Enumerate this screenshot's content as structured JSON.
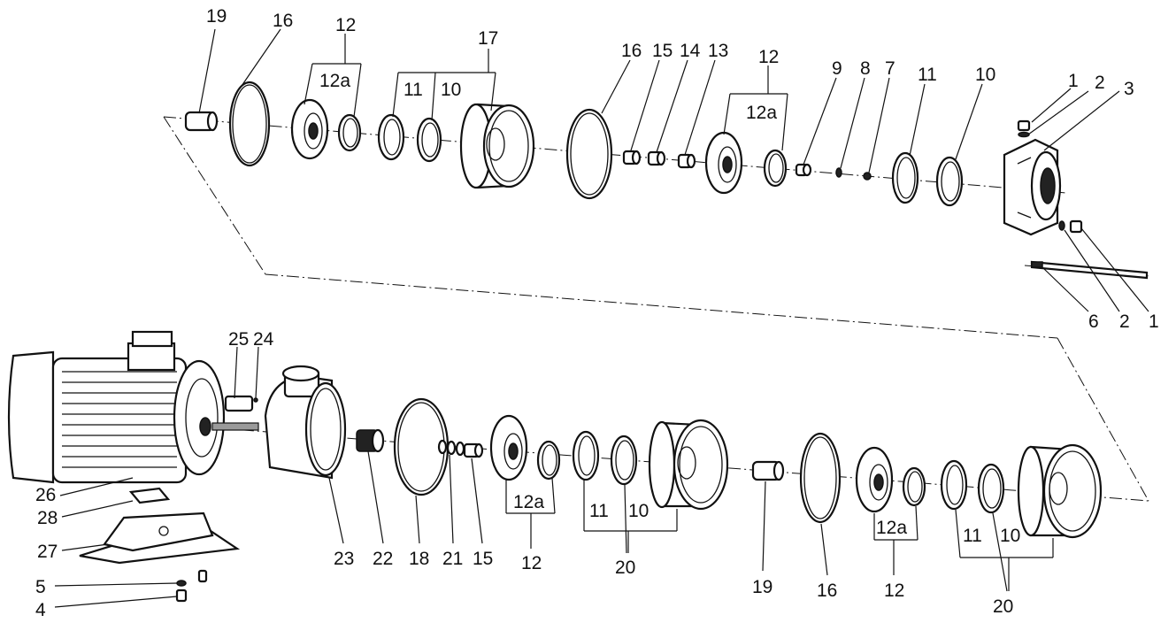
{
  "callouts": {
    "c19_top": "19",
    "c16_top_left": "16",
    "c12_top_left": "12",
    "c12a_top_left": "12a",
    "c11_top_left": "11",
    "c10_top_left": "10",
    "c17": "17",
    "c16_top_mid": "16",
    "c15_top": "15",
    "c14": "14",
    "c13": "13",
    "c12_top_right": "12",
    "c12a_top_right": "12a",
    "c9": "9",
    "c8": "8",
    "c7": "7",
    "c11_top_right": "11",
    "c10_top_right": "10",
    "c1_top": "1",
    "c2_top": "2",
    "c3": "3",
    "c6": "6",
    "c2_bottom": "2",
    "c1_bottom": "1",
    "c25": "25",
    "c24": "24",
    "c26": "26",
    "c28": "28",
    "c27": "27",
    "c5": "5",
    "c4": "4",
    "c23": "23",
    "c22": "22",
    "c18": "18",
    "c21": "21",
    "c15_bottom": "15",
    "c12a_bottom_left": "12a",
    "c12_bottom_left": "12",
    "c11_bottom_left": "11",
    "c10_bottom_left": "10",
    "c20_bottom_left": "20",
    "c19_bottom": "19",
    "c16_bottom": "16",
    "c12a_bottom_right": "12a",
    "c12_bottom_right": "12",
    "c11_bottom_right": "11",
    "c10_bottom_right": "10",
    "c20_bottom_right": "20"
  }
}
